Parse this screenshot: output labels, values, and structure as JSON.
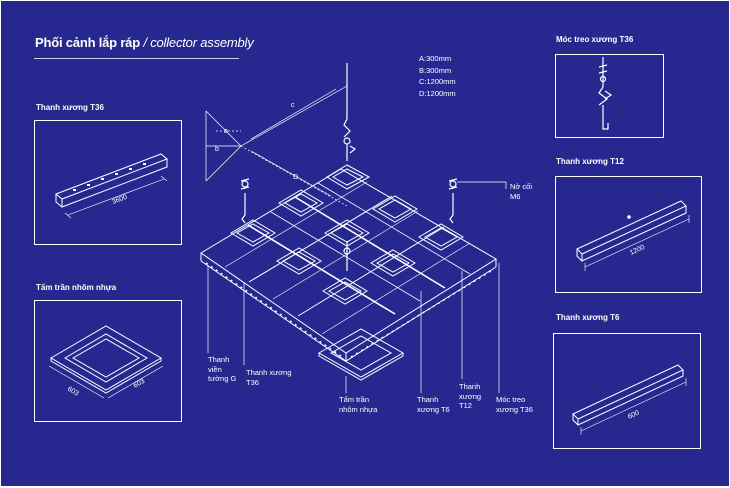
{
  "title": {
    "main": "Phối cảnh lắp ráp",
    "separator": " / ",
    "sub": "collector assembly"
  },
  "dimensions": {
    "a": "A:300mm",
    "b": "B:300mm",
    "c": "C:1200mm",
    "d": "D:1200mm"
  },
  "assembly_letters": {
    "a": "a",
    "b": "b",
    "c": "c",
    "d": "D"
  },
  "panels": {
    "t36_bar": {
      "title": "Thanh xương T36",
      "dim": "3600"
    },
    "tile": {
      "title": "Tấm trần nhôm nhựa",
      "dim_left": "603",
      "dim_right": "603"
    },
    "t36_hanger": {
      "title": "Móc treo xương T36"
    },
    "t12_bar": {
      "title": "Thanh xương T12",
      "dim": "1200"
    },
    "t6_bar": {
      "title": "Thanh xương T6",
      "dim": "600"
    }
  },
  "callouts": {
    "wall_angle": [
      "Thanh",
      "viền",
      "tường G"
    ],
    "t36": [
      "Thanh xương",
      "T36"
    ],
    "tile": [
      "Tấm trần",
      "nhôm nhựa"
    ],
    "t6": [
      "Thanh",
      "xương T6"
    ],
    "t12": [
      "Thanh",
      "xương",
      "T12"
    ],
    "hanger": [
      "Móc treo",
      "xương T36"
    ],
    "anchor": [
      "Nở cối",
      "M6"
    ]
  },
  "colors": {
    "background": "#26288f",
    "line": "#ffffff"
  }
}
